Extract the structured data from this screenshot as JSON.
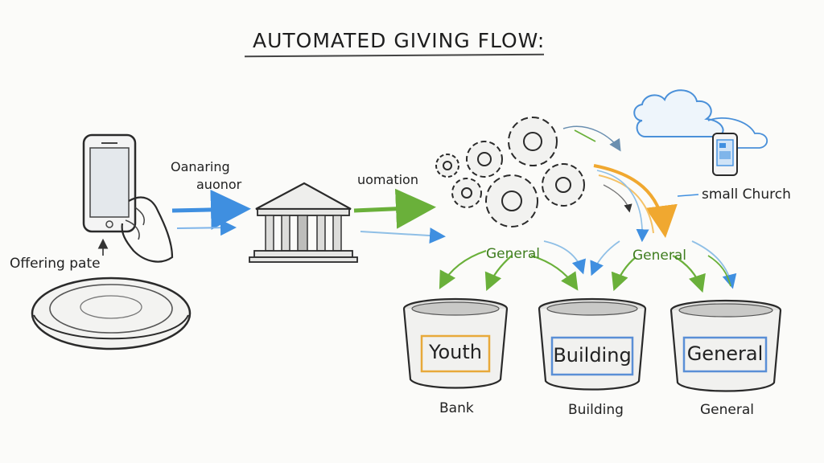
{
  "title": "AUTOMATED GIVING FLOW:",
  "labels": {
    "offering_plate": "Offering pate",
    "online_donation_line1": "Oanaring",
    "online_donation_line2": "auonor",
    "automation": "uomation",
    "small_church": "small Church",
    "general_left": "General",
    "general_right": "General"
  },
  "bins": [
    {
      "tag": "Youth",
      "caption": "Bank",
      "tag_color": "#e8a93a"
    },
    {
      "tag": "Building",
      "caption": "Building",
      "tag_color": "#5a8fd6"
    },
    {
      "tag": "General",
      "caption": "General",
      "tag_color": "#5a8fd6"
    }
  ],
  "colors": {
    "arrow_blue": "#3f8fe0",
    "arrow_green": "#6ab03a",
    "arrow_orange": "#f0a830",
    "ink": "#2a2a2a"
  },
  "icons": {
    "phone": "smartphone-icon",
    "bank": "bank-building-icon",
    "gears": "gears-icon",
    "cloud": "cloud-icon",
    "tablet": "tablet-icon",
    "plate": "offering-plate-icon"
  }
}
